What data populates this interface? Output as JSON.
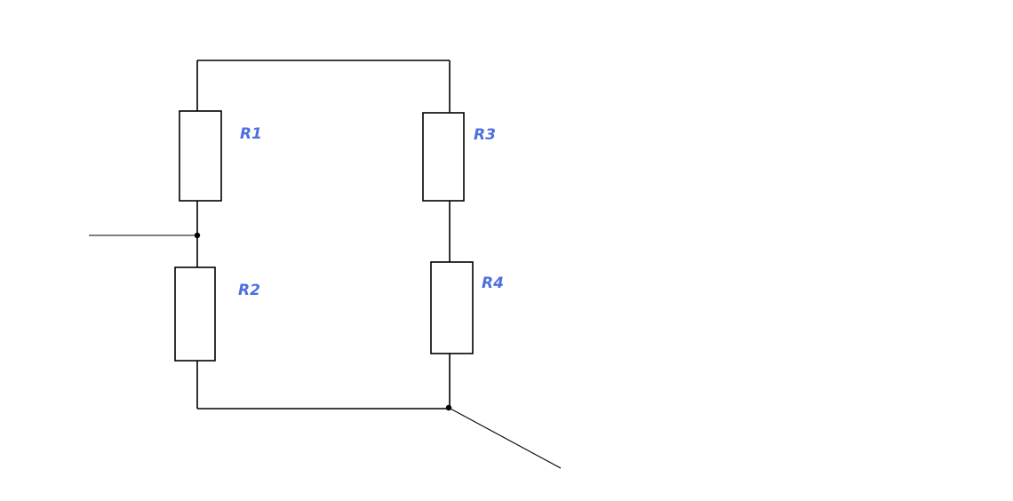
{
  "diagram": {
    "label_color": "#4f6fe0",
    "wire_color": "#000000",
    "resistors": [
      {
        "id": "r1",
        "label": "R1"
      },
      {
        "id": "r2",
        "label": "R2"
      },
      {
        "id": "r3",
        "label": "R3"
      },
      {
        "id": "r4",
        "label": "R4"
      }
    ]
  }
}
